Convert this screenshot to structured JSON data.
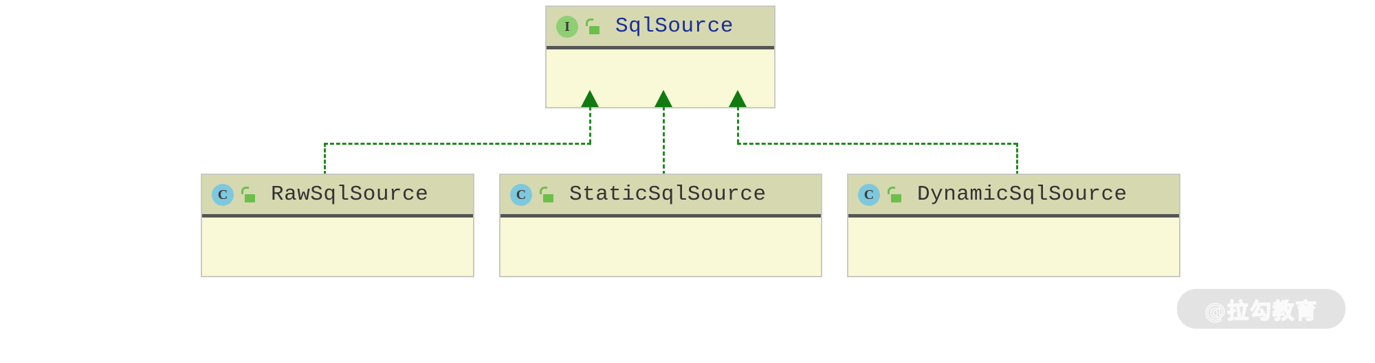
{
  "diagram": {
    "kind": "uml-class-diagram",
    "background_color": "#ffffff",
    "relationship_type": "realization",
    "edge_color": "#1e8a1e",
    "header_color": "#d6d8b0",
    "body_color": "#f9f9d7",
    "border_color": "#c9c9c1",
    "separator_color": "#555555",
    "interface_badge_color": "#8fcf74",
    "class_badge_color": "#7ec8dd",
    "lock_color": "#6cbf4b",
    "interface_title_color": "#1b2d93",
    "class_title_color": "#333333"
  },
  "interface_node": {
    "name": "SqlSource",
    "badge_letter": "I",
    "badge_title": "interface-badge",
    "visibility_icon": "unlocked-padlock-icon",
    "compartment_body": ""
  },
  "class_nodes": [
    {
      "name": "RawSqlSource",
      "badge_letter": "C",
      "badge_title": "class-badge",
      "visibility_icon": "unlocked-padlock-icon",
      "compartment_body": ""
    },
    {
      "name": "StaticSqlSource",
      "badge_letter": "C",
      "badge_title": "class-badge",
      "visibility_icon": "unlocked-padlock-icon",
      "compartment_body": ""
    },
    {
      "name": "DynamicSqlSource",
      "badge_letter": "C",
      "badge_title": "class-badge",
      "visibility_icon": "unlocked-padlock-icon",
      "compartment_body": ""
    }
  ],
  "watermark": {
    "text": "@拉勾教育",
    "pill_color": "#e3e3e3",
    "text_color": "#fafafa"
  }
}
